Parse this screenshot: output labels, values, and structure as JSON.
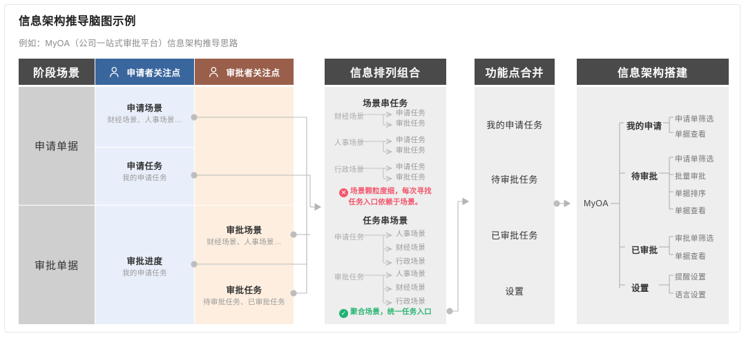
{
  "page": {
    "title": "信息架构推导脑图示例",
    "subtitle": "例如：MyOA（公司一站式审批平台）信息架构推导思路"
  },
  "colors": {
    "header_dark": "#4a4a4a",
    "header_blue": "#3a669e",
    "header_brown": "#9a5f4b",
    "cell_grey": "#cfcfcf",
    "cell_blue": "#e9effa",
    "cell_orange": "#fdeedf",
    "panel": "#eeeeee",
    "bad": "#f2586e",
    "good": "#20b271"
  },
  "headers": {
    "stage": "阶段场景",
    "applicant": "申请者关注点",
    "approver": "审批者关注点",
    "arrangement": "信息排列组合",
    "merge": "功能点合并",
    "architecture": "信息架构搭建"
  },
  "stages": [
    {
      "name": "申请单据"
    },
    {
      "name": "审批单据"
    }
  ],
  "applicant_cells": [
    {
      "title": "申请场景",
      "desc": "财经场景、人事场景…"
    },
    {
      "title": "申请任务",
      "desc": "我的申请任务"
    },
    {
      "title": "审批进度",
      "desc": "我的申请任务"
    }
  ],
  "approver_cells": [
    {
      "title": "审批场景",
      "desc": "财经场景、人事场景…"
    },
    {
      "title": "审批任务",
      "desc": "待审批任务、已审批任务"
    }
  ],
  "arrangement": {
    "group1": {
      "title": "场景串任务",
      "rows": [
        {
          "source": "财经场景",
          "targets": [
            "申请任务",
            "审批任务"
          ]
        },
        {
          "source": "人事场景",
          "targets": [
            "申请任务",
            "审批任务"
          ]
        },
        {
          "source": "行政场景",
          "targets": [
            "申请任务",
            "审批任务"
          ]
        }
      ],
      "note": {
        "icon": "cross-icon",
        "symbol": "✕",
        "line1": "场景颗粒度细，每次寻找",
        "line2": "任务入口依赖于场景。"
      }
    },
    "group2": {
      "title": "任务串场景",
      "rows": [
        {
          "source": "申请任务",
          "targets": [
            "人事场景",
            "财经场景",
            "行政场景"
          ]
        },
        {
          "source": "审批任务",
          "targets": [
            "人事场景",
            "财经场景",
            "行政场景"
          ]
        }
      ],
      "note": {
        "icon": "check-icon",
        "symbol": "✓",
        "line1": "聚合场景，统一任务入口",
        "line2": ""
      }
    }
  },
  "merge_items": [
    "我的申请任务",
    "待审批任务",
    "已审批任务",
    "设置"
  ],
  "architecture": {
    "root": "MyOA",
    "branches": [
      {
        "label": "我的申请",
        "children": [
          "申请单筛选",
          "单据查看"
        ]
      },
      {
        "label": "待审批",
        "children": [
          "申请单筛选",
          "批量审批",
          "单据排序",
          "单据查看"
        ]
      },
      {
        "label": "已审批",
        "children": [
          "审批单筛选",
          "单据查看"
        ]
      },
      {
        "label": "设置",
        "children": [
          "提醒设置",
          "语言设置"
        ]
      }
    ]
  }
}
